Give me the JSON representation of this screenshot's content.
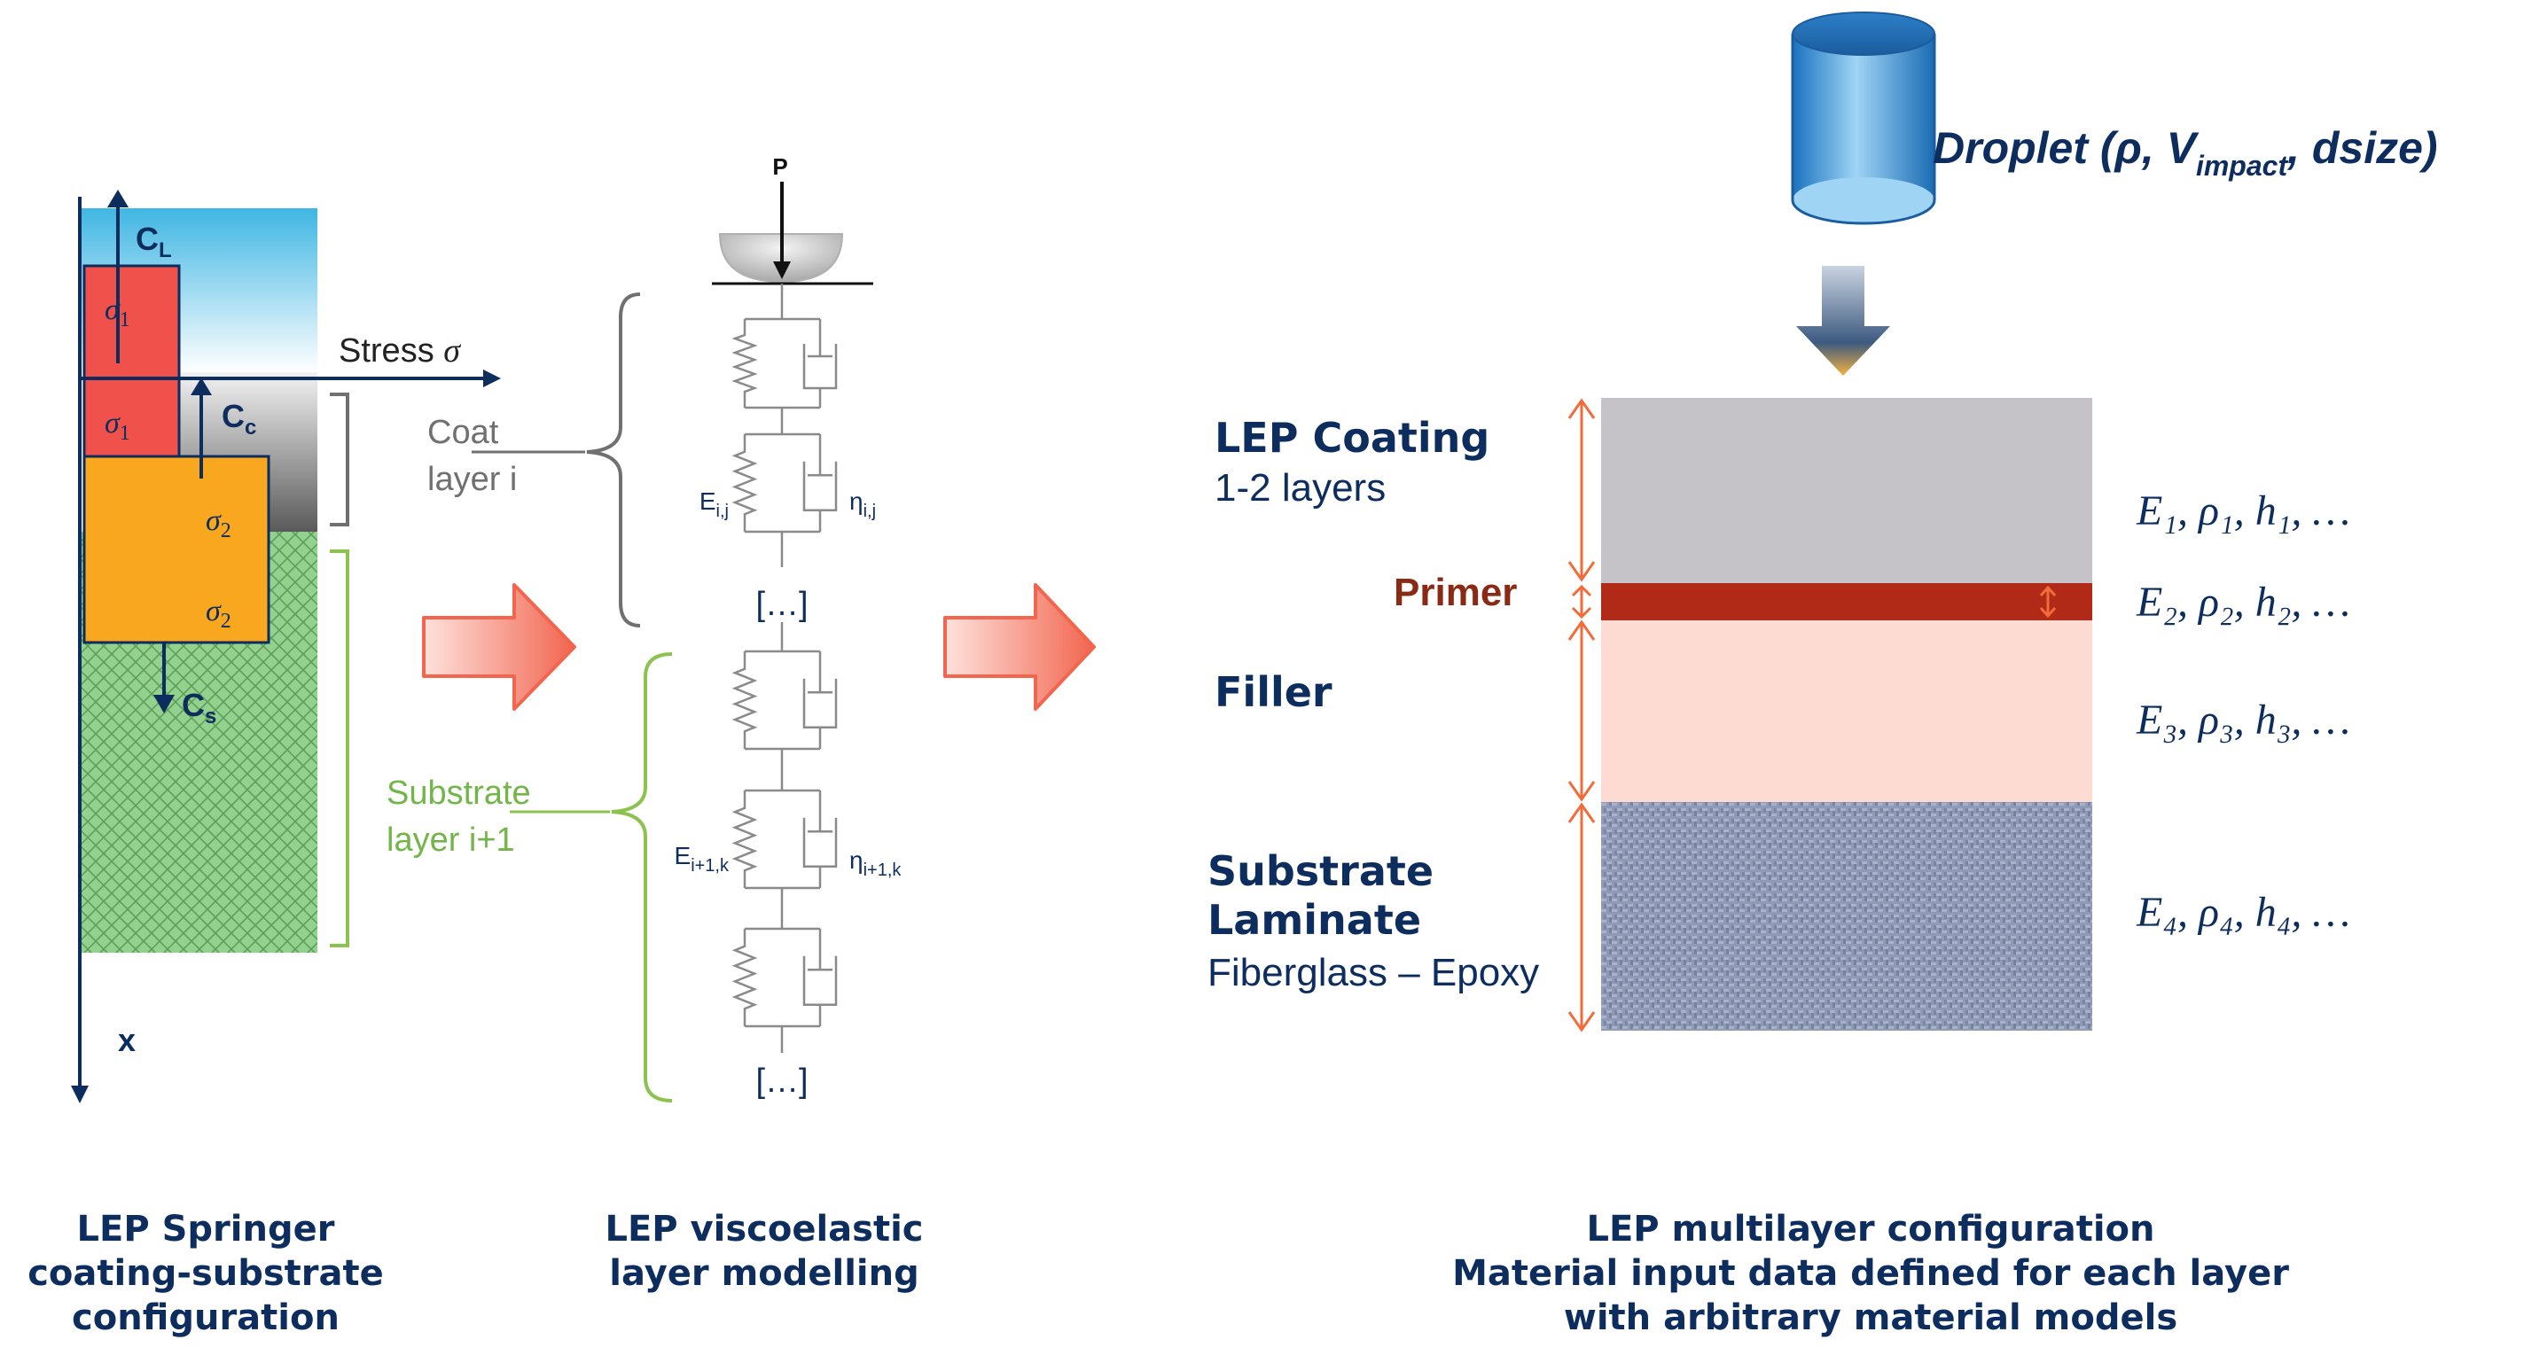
{
  "panel1": {
    "axis_stress": "Stress",
    "axis_stress_symbol": "σ",
    "axis_x": "x",
    "cl": "C",
    "cl_sub": "L",
    "cc": "C",
    "cc_sub": "c",
    "cs": "C",
    "cs_sub": "s",
    "sigma1_a": "σ",
    "sigma1_a_sub": "1",
    "sigma1_b": "σ",
    "sigma1_b_sub": "1",
    "sigma2_a": "σ",
    "sigma2_a_sub": "2",
    "sigma2_b": "σ",
    "sigma2_b_sub": "2",
    "coat_line1": "Coat",
    "coat_line2": "layer i",
    "substrate_line1": "Substrate",
    "substrate_line2": "layer i+1",
    "caption_line1": "LEP Springer",
    "caption_line2": "coating-substrate",
    "caption_line3": "configuration"
  },
  "panel2": {
    "load": "P",
    "e_upper": "E",
    "e_upper_sub": "i,j",
    "eta_upper": "η",
    "eta_upper_sub": "i,j",
    "e_lower": "E",
    "e_lower_sub": "i+1,k",
    "eta_lower": "η",
    "eta_lower_sub": "i+1,k",
    "ellipsis_upper": "[…]",
    "ellipsis_lower": "[…]",
    "caption_line1": "LEP viscoelastic",
    "caption_line2": "layer modelling"
  },
  "panel3": {
    "droplet_label": "Droplet (ρ, V",
    "droplet_sub": "impact",
    "droplet_tail": ", dsize)",
    "layers": [
      {
        "name": "LEP Coating",
        "detail": "1-2 layers",
        "props": "E₁, ρ₁, h₁, …",
        "color": "#c5c3c7"
      },
      {
        "name": "Primer",
        "detail": "",
        "props": "E₂, ρ₂, h₂, …",
        "color": "#b12a17"
      },
      {
        "name": "Filler",
        "detail": "",
        "props": "E₃, ρ₃, h₃, …",
        "color": "#fddbd2"
      },
      {
        "name": "Substrate",
        "name2": "Laminate",
        "detail": "Fiberglass – Epoxy",
        "props": "E₄, ρ₄, h₄, …",
        "color": "#8f9bb5"
      }
    ],
    "caption_line1": "LEP multilayer configuration",
    "caption_line2": "Material input data defined for each layer",
    "caption_line3": "with arbitrary material models"
  },
  "colors": {
    "navy": "#0d2d5e",
    "liquid_blue": "#5fc6e6",
    "coat_red": "#f0524b",
    "substrate_orange": "#f9a71f",
    "substrate_green": "#8fcf8a",
    "bracket_gray": "#707070",
    "bracket_green": "#8cc34f",
    "flow_arrow": "#f2654f",
    "dim_orange": "#f26b3a"
  }
}
